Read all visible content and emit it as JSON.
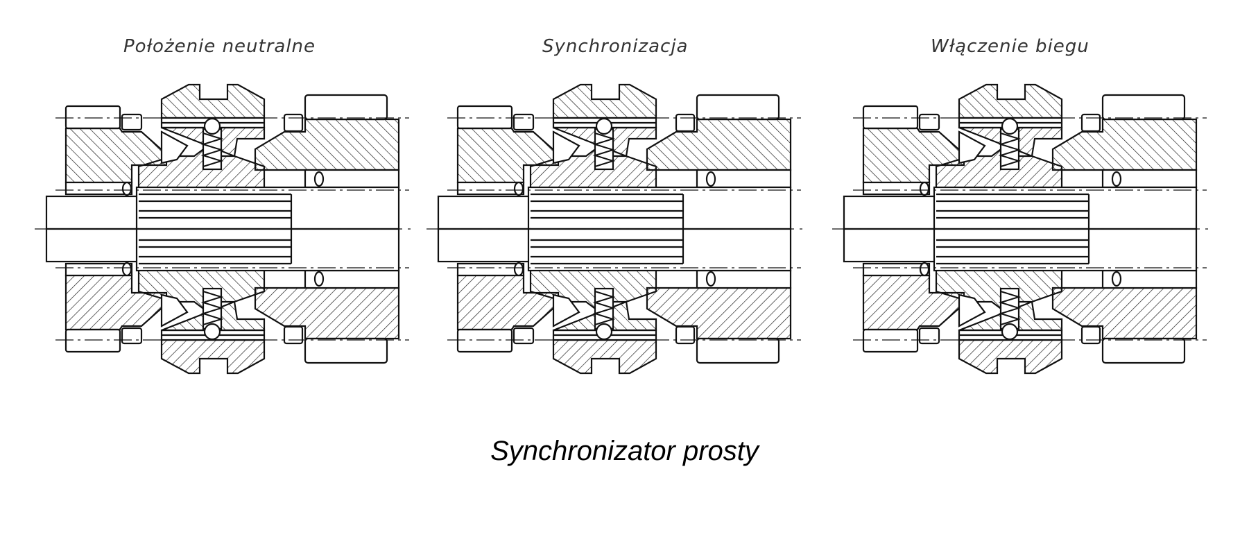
{
  "panels": [
    {
      "title": "Położenie  neutralne"
    },
    {
      "title": "Synchronizacja"
    },
    {
      "title": "Włączenie biegu"
    }
  ],
  "caption": "Synchronizator prosty",
  "colors": {
    "line": "#111111",
    "background": "#ffffff"
  }
}
